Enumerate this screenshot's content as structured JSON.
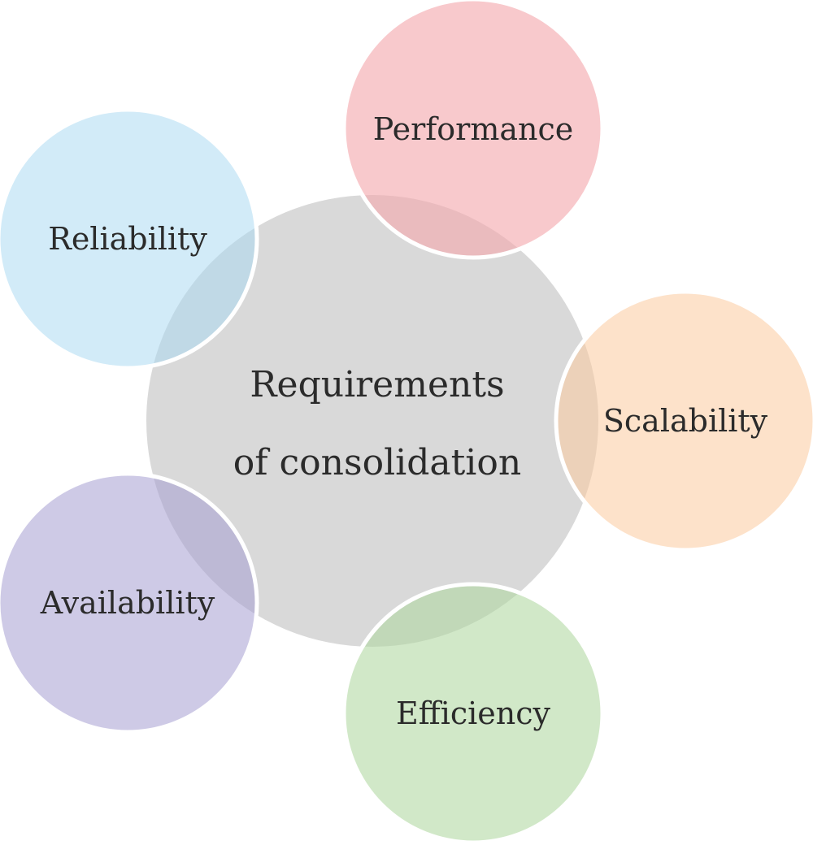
{
  "center": {
    "label_line1": "Requirements",
    "label_line2": "of consolidation",
    "color": "#d9d9d9"
  },
  "nodes": [
    {
      "id": "performance",
      "label": "Performance",
      "color": "#f4a8ad"
    },
    {
      "id": "reliability",
      "label": "Reliability",
      "color": "#a9d8f2"
    },
    {
      "id": "scalability",
      "label": "Scalability",
      "color": "#fbcb9e"
    },
    {
      "id": "availability",
      "label": "Availability",
      "color": "#a59fd2"
    },
    {
      "id": "efficiency",
      "label": "Efficiency",
      "color": "#b0d8a1"
    }
  ],
  "outline_color": "#ffffff"
}
